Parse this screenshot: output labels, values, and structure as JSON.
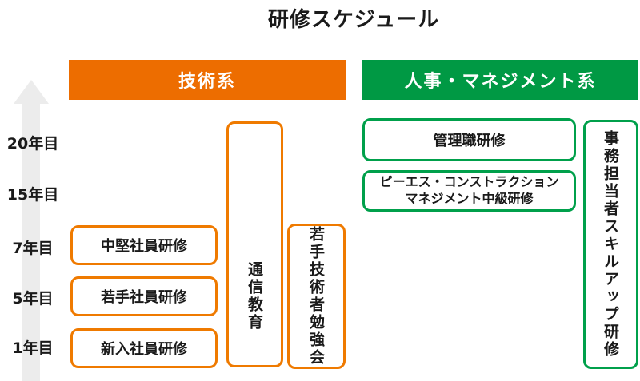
{
  "title": "研修スケジュール",
  "headers": {
    "technical": "技術系",
    "hr": "人事・マネジメント系"
  },
  "timeline": {
    "labels": [
      "20年目",
      "15年目",
      "7年目",
      "5年目",
      "1年目"
    ]
  },
  "technical": {
    "boxes": [
      "中堅社員研修",
      "若手社員研修",
      "新入社員研修"
    ],
    "vertical_boxes": {
      "correspondence_education": "通信教育",
      "young_engineer_study_group": "若手技術者勉強会"
    }
  },
  "hr": {
    "management_training": "管理職研修",
    "ps_construction_line1": "ピーエス・コンストラクション",
    "ps_construction_line2": "マネジメント中級研修",
    "clerical_skillup": "事務担当者スキルアップ研修"
  },
  "colors": {
    "technical_accent": "#ED6D00",
    "technical_border": "#EF7A00",
    "hr_accent": "#009944",
    "hr_border": "#00A04B",
    "arrow_gray": "#ECECEC",
    "text": "#1a1a1a",
    "header_text": "#ffffff"
  }
}
